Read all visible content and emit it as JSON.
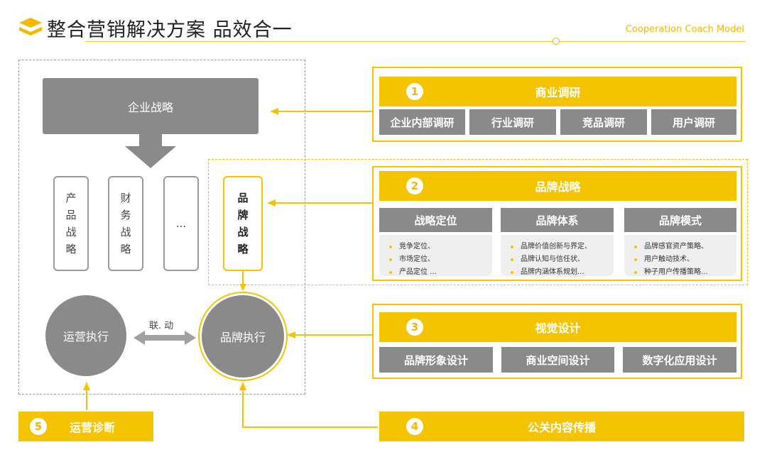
{
  "header": {
    "title": "整合营销解决方案 品效合一",
    "subtitle": "Cooperation Coach Model"
  },
  "left": {
    "enterprise_strategy": "企业战略",
    "product_strategy": "产品战略",
    "finance_strategy": "财务战略",
    "ellipsis": "...",
    "brand_strategy": "品牌战略",
    "ops_exec": "运营执行",
    "brand_exec": "品牌执行",
    "link_label": "联. 动"
  },
  "panels": {
    "p1": {
      "num": "1",
      "title": "商业调研",
      "items": [
        "企业内部调研",
        "行业调研",
        "竞品调研",
        "用户调研"
      ]
    },
    "p2": {
      "num": "2",
      "title": "品牌战略",
      "cols": [
        {
          "head": "战略定位",
          "items": [
            "竞争定位、",
            "市场定位、",
            "产品定位 ..."
          ]
        },
        {
          "head": "品牌体系",
          "items": [
            "品牌价值创新与界定、",
            "品牌认知与信任状、",
            "品牌内涵体系规划..."
          ]
        },
        {
          "head": "品牌模式",
          "items": [
            "品牌感官资产策略、",
            "用户触动技术、",
            "种子用户传播策略..."
          ]
        }
      ]
    },
    "p3": {
      "num": "3",
      "title": "视觉设计",
      "items": [
        "品牌形象设计",
        "商业空间设计",
        "数字化应用设计"
      ]
    },
    "p4": {
      "num": "4",
      "title": "公关内容传播"
    },
    "p5": {
      "num": "5",
      "title": "运营诊断"
    }
  },
  "colors": {
    "accent": "#f5c400",
    "gray": "#8a8a8a"
  }
}
